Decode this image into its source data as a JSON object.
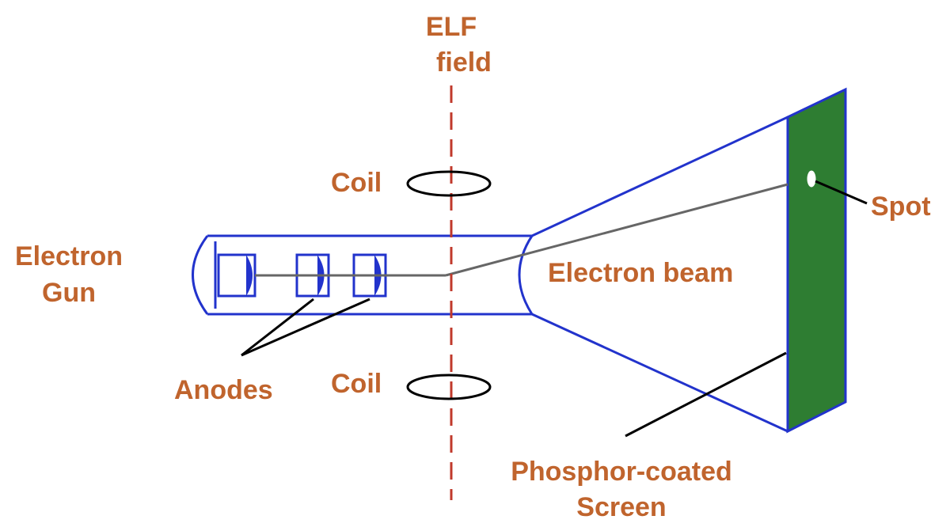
{
  "colors": {
    "label": "#C0642D",
    "tube_outline": "#2233CC",
    "anode_fill": "#2233CC",
    "screen_fill": "#2E7D32",
    "elf_line": "#C0392B",
    "beam": "#666666",
    "leader": "#000000",
    "background": "#FFFFFF"
  },
  "labels": {
    "elf_field_line1": "ELF",
    "elf_field_line2": "field",
    "coil_top": "Coil",
    "coil_bottom": "Coil",
    "electron_gun_line1": "Electron",
    "electron_gun_line2": "Gun",
    "anodes": "Anodes",
    "electron_beam": "Electron beam",
    "spot": "Spot",
    "screen_line1": "Phosphor-coated",
    "screen_line2": "Screen"
  }
}
